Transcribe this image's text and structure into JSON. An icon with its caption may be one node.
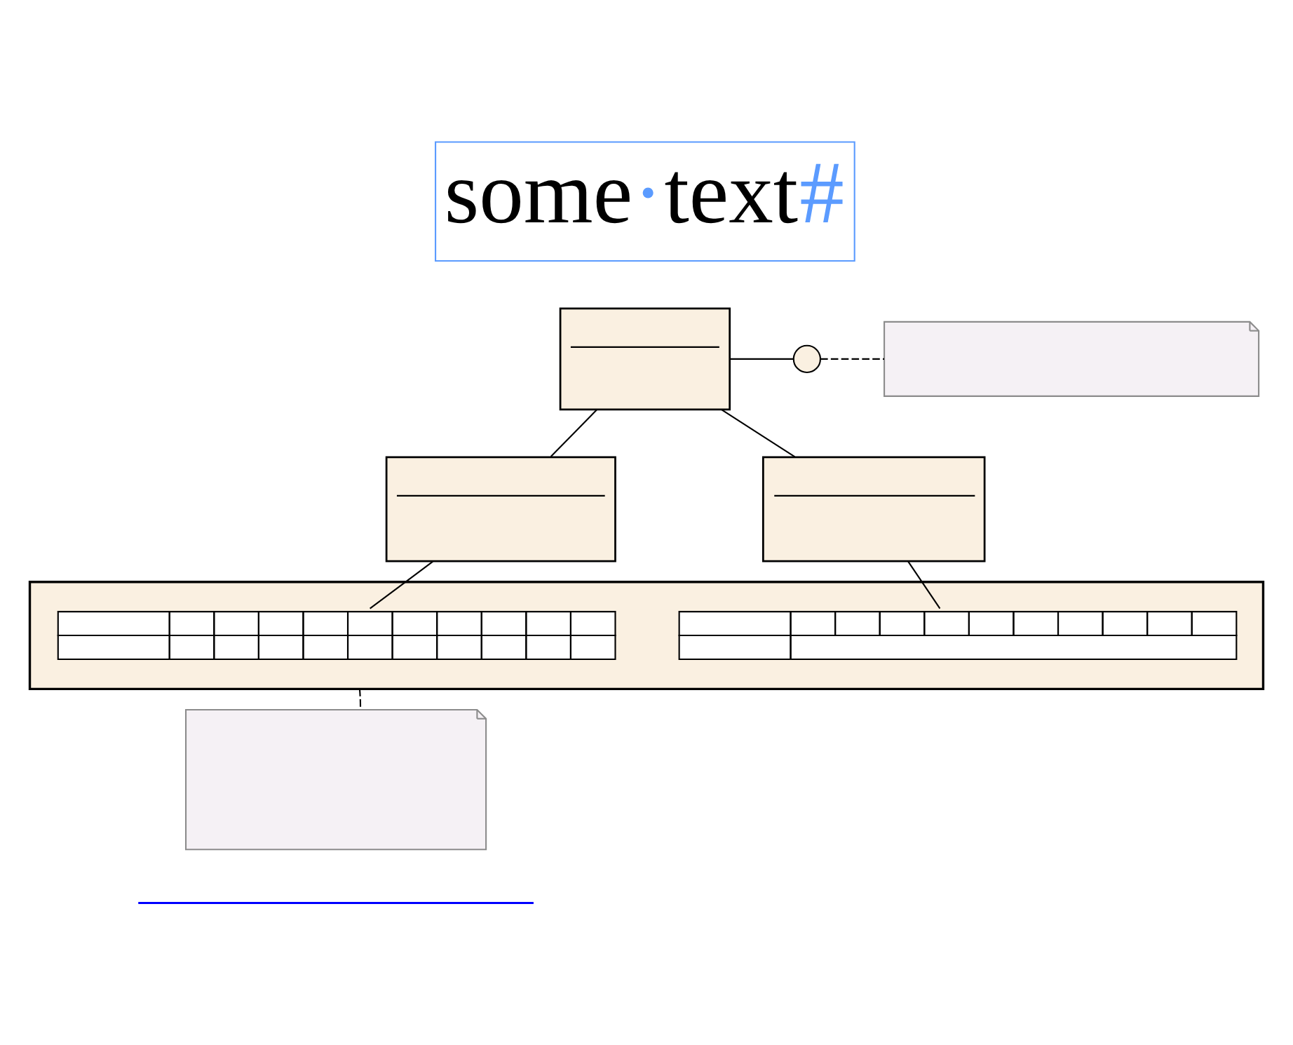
{
  "diagram": {
    "nodes": [
      {
        "text": [
          "some·text#"
        ]
      },
      {
        "text": [],
        "shape": "box"
      },
      {
        "text": [],
        "shape": "circle"
      },
      {
        "text": [],
        "shape": "note"
      },
      {
        "text": [],
        "shape": "box"
      },
      {
        "text": [],
        "shape": "box"
      },
      {
        "text": [],
        "shape": "folder"
      },
      {
        "text": [],
        "shape": "table",
        "in": 6
      },
      {
        "text": [],
        "shape": "table",
        "in": 6
      },
      {
        "text": [],
        "shape": "note"
      },
      {
        "text": [],
        "shape": "line"
      }
    ],
    "edges": [
      {
        "from": 1,
        "to": 2,
        "arrow": "none"
      },
      {
        "from": 2,
        "to": 3,
        "arrow": "none",
        "style": "dashed"
      },
      {
        "from": 1,
        "to": 4,
        "arrow": "none"
      },
      {
        "from": 1,
        "to": 5,
        "arrow": "none"
      },
      {
        "from": 4,
        "to": 7,
        "arrow": "none"
      },
      {
        "from": 5,
        "to": 8,
        "arrow": "none"
      },
      {
        "from": 6,
        "to": 9,
        "arrow": "none",
        "style": "dashed"
      }
    ]
  }
}
